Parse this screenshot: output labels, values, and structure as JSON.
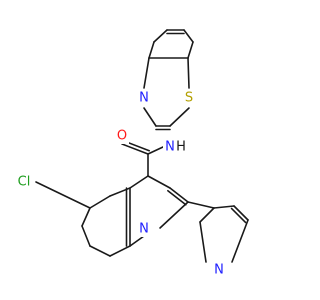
{
  "molecule": {
    "atoms": {
      "cl": "Cl",
      "n_quinoline": "N",
      "n_pyridine": "N",
      "o_carbonyl": "O",
      "nh_amide": "N",
      "h_amide": "H",
      "n_thiazole": "N",
      "s_thiazole": "S"
    },
    "colors": {
      "bond": "#1a1a1a",
      "cl": "#1f9e1f",
      "n": "#2020ff",
      "o": "#ff1a1a",
      "s": "#b3a000",
      "h": "#1a1a1a"
    }
  }
}
